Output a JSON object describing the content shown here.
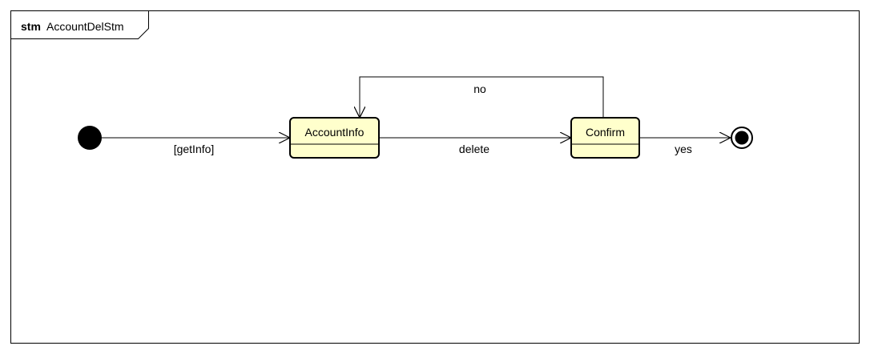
{
  "frame": {
    "kind": "stm",
    "name": "AccountDelStm"
  },
  "states": {
    "account_info": "AccountInfo",
    "confirm": "Confirm"
  },
  "transitions": {
    "initial_to_account_info": "[getInfo]",
    "account_info_to_confirm": "delete",
    "confirm_to_account_info": "no",
    "confirm_to_final": "yes"
  },
  "colors": {
    "state_fill": "#ffffcc",
    "stroke": "#000000",
    "background": "#ffffff"
  }
}
